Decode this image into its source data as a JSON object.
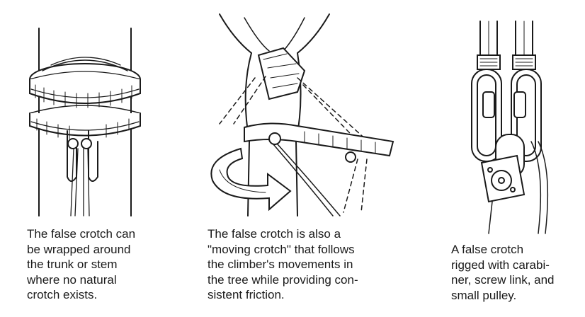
{
  "panels": [
    {
      "caption": [
        "The false crotch can",
        "be wrapped around",
        "the trunk or stem",
        "where no natural",
        "crotch exists."
      ]
    },
    {
      "caption": [
        "The false crotch is also a",
        "\"moving crotch\" that follows",
        "the climber's movements in",
        "the tree while providing con-",
        "sistent friction."
      ]
    },
    {
      "caption": [
        "A false crotch",
        "rigged with carabi-",
        "ner, screw link, and",
        "small pulley."
      ]
    }
  ]
}
